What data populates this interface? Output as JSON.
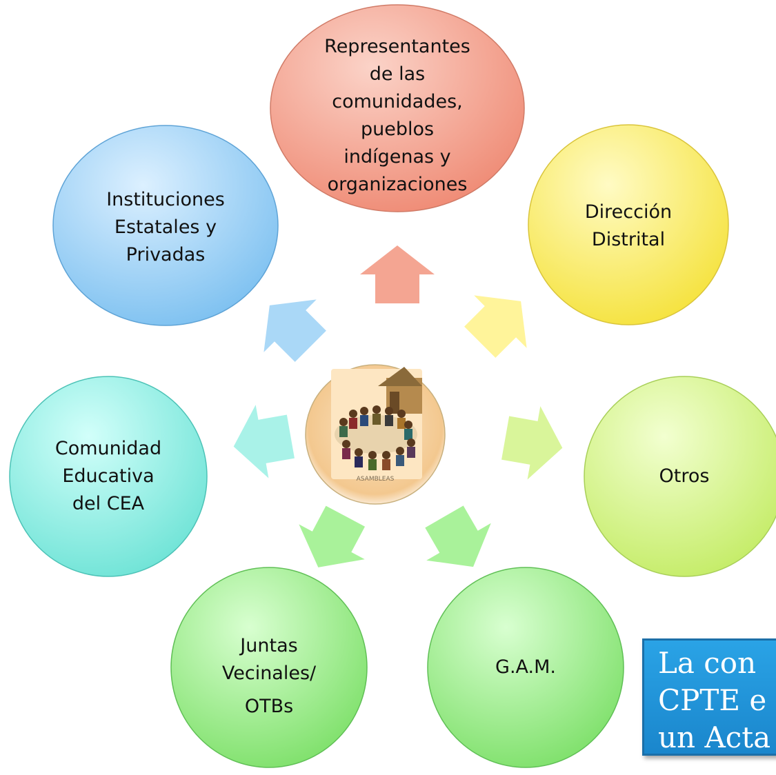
{
  "nodes": [
    {
      "id": "representantes",
      "lines": [
        "Representantes",
        "de las",
        "comunidades,",
        "pueblos",
        "indígenas y",
        "organizaciones"
      ],
      "fill": "#f4a592",
      "edge": "#e07a65"
    },
    {
      "id": "direccion-distrital",
      "lines": [
        "Dirección",
        "Distrital"
      ],
      "fill": "#fff27a",
      "edge": "#e6cf3a"
    },
    {
      "id": "otros",
      "lines": [
        "Otros"
      ],
      "fill": "#d7f58a",
      "edge": "#a9d45a"
    },
    {
      "id": "gam",
      "lines": [
        "G.A.M."
      ],
      "fill": "#9bef8a",
      "edge": "#64c75a"
    },
    {
      "id": "juntas-vecinales",
      "lines": [
        "Juntas",
        "Vecinales/",
        "OTBs"
      ],
      "fill": "#9bef8a",
      "edge": "#64c75a"
    },
    {
      "id": "comunidad-educativa",
      "lines": [
        "Comunidad",
        "Educativa",
        "del CEA"
      ],
      "fill": "#8ff0e6",
      "edge": "#4fc9bd"
    },
    {
      "id": "instituciones",
      "lines": [
        "Instituciones",
        "Estatales y",
        "Privadas"
      ],
      "fill": "#9fd4f7",
      "edge": "#5fa9dc"
    }
  ],
  "center": {
    "caption": "ASAMBLEAS"
  },
  "callout": {
    "lines": [
      "La  con",
      "CPTE  e",
      "un Acta"
    ]
  },
  "colors": {
    "arrow_up": "#f4a592",
    "arrow_direccion": "#fff49a",
    "arrow_otros": "#d9f59a",
    "arrow_gam": "#a9f29a",
    "arrow_juntas": "#a9f29a",
    "arrow_comunidad": "#a9f2e8",
    "arrow_instituciones": "#aad8f7"
  }
}
